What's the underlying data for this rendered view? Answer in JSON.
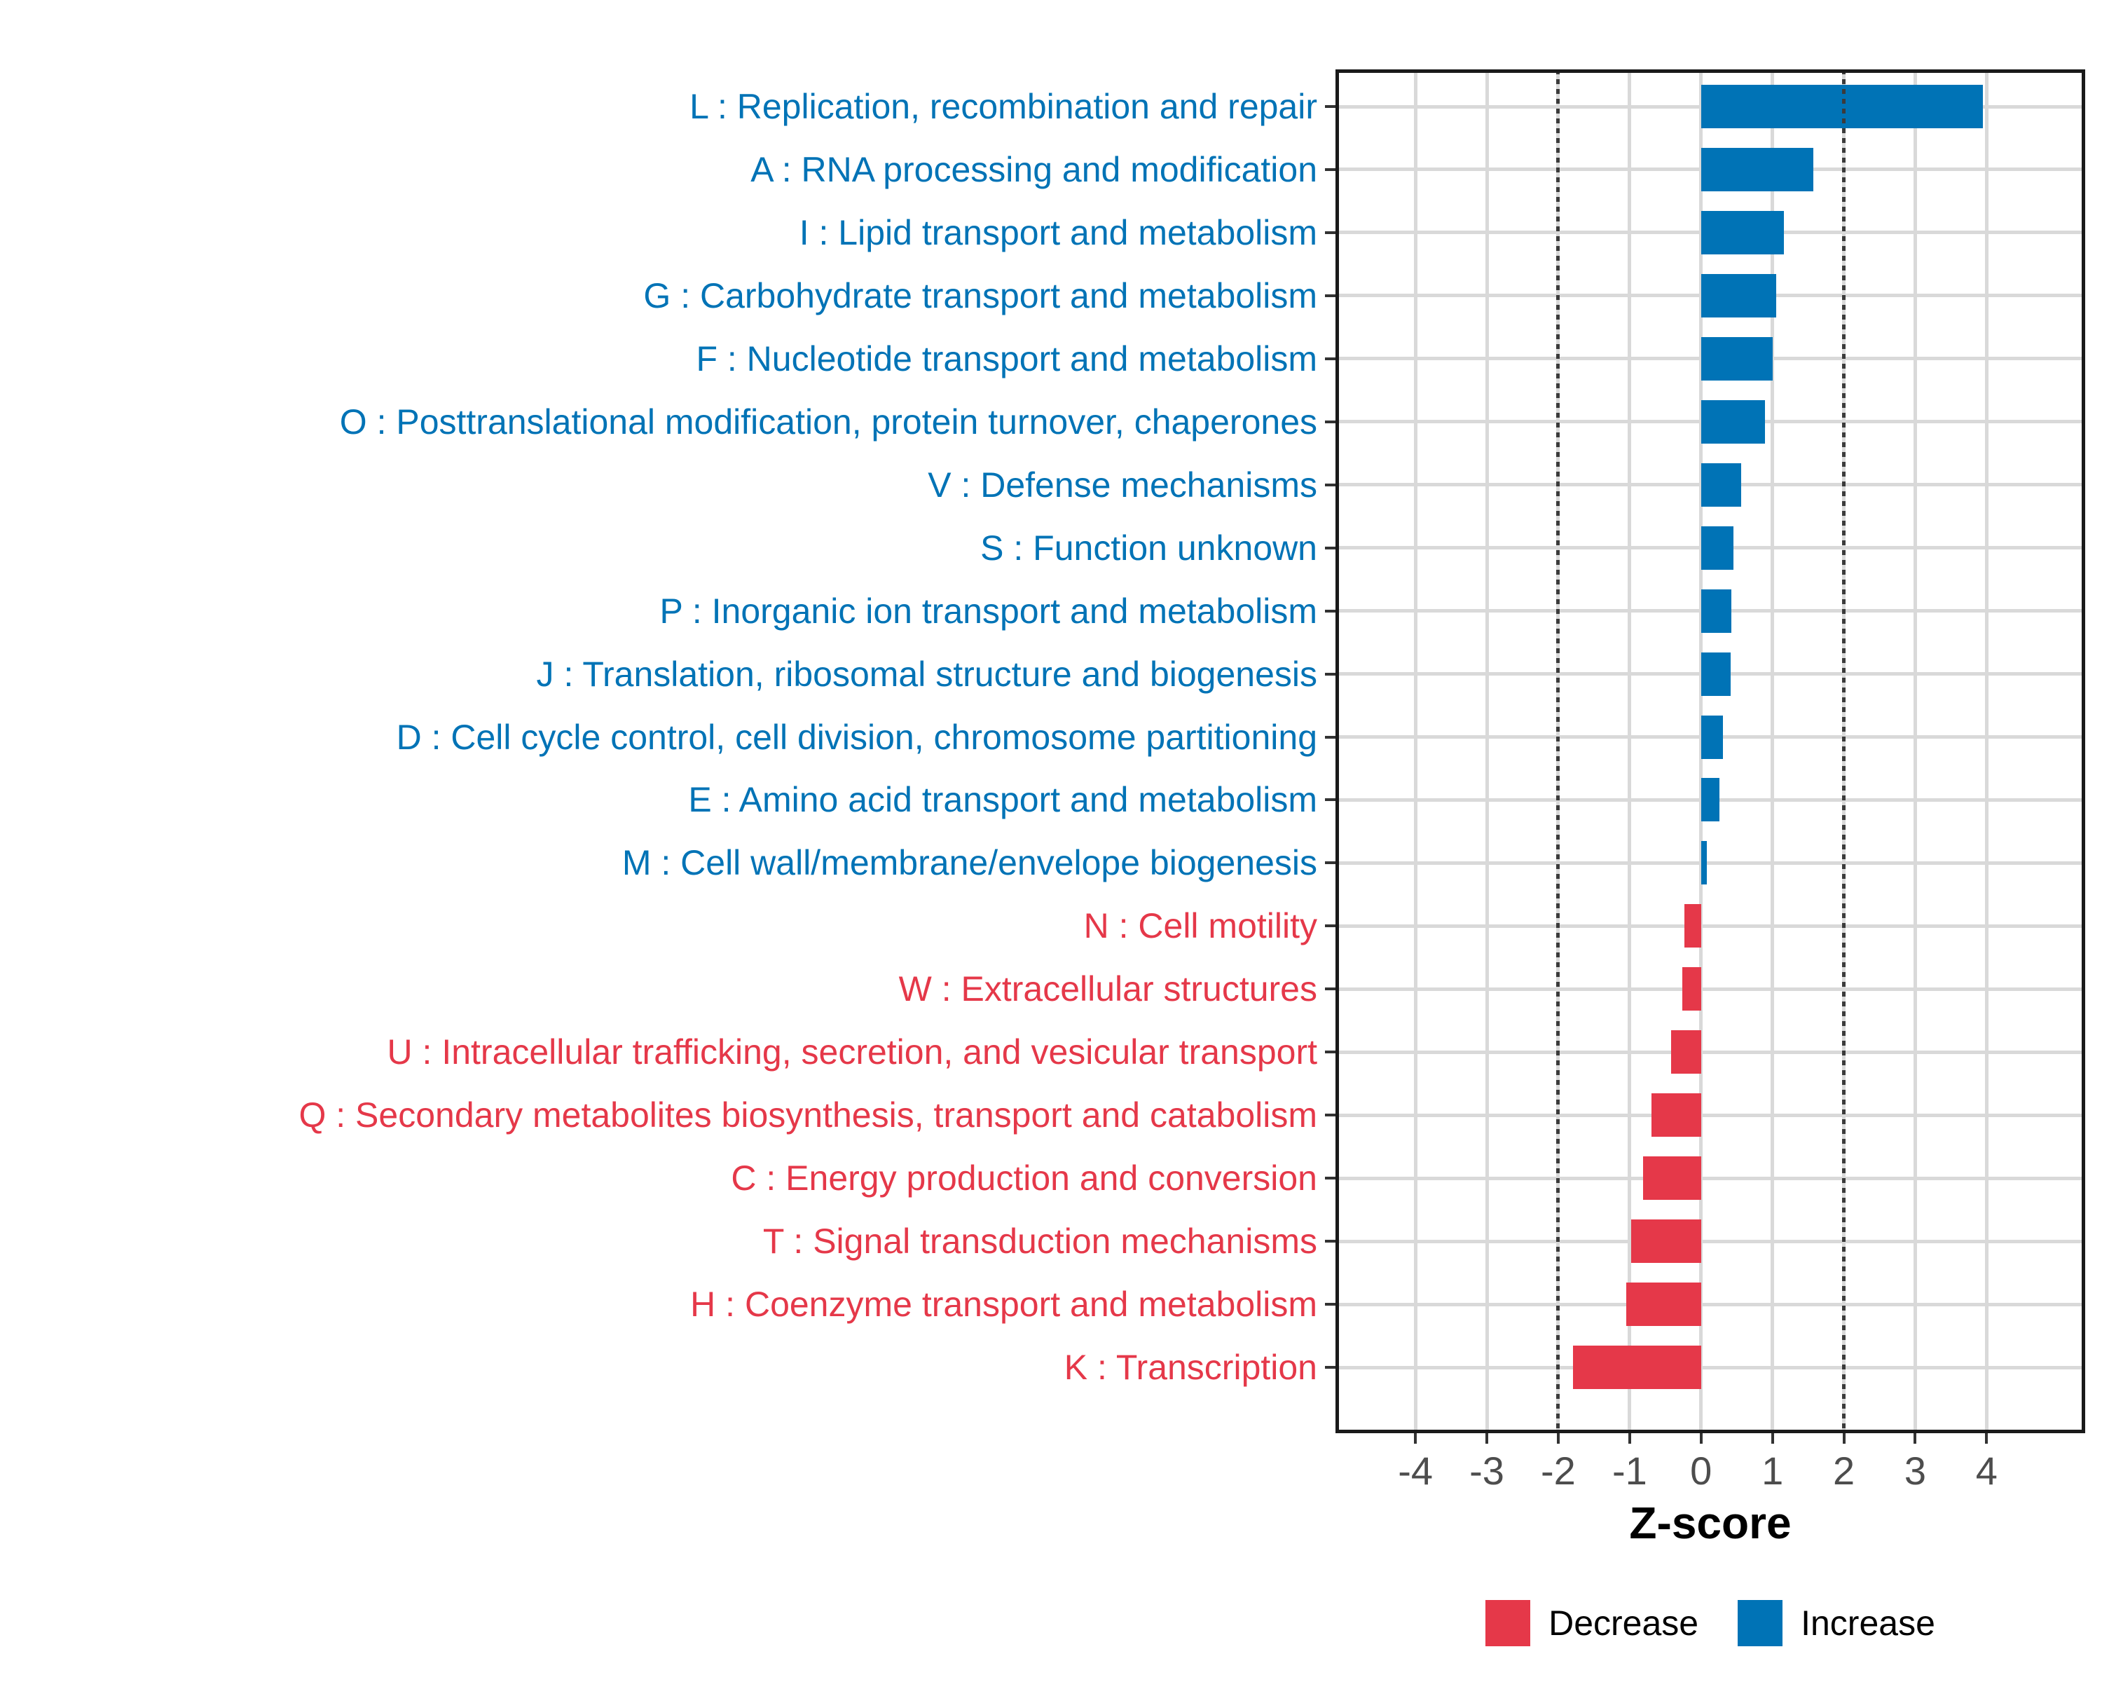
{
  "chart_data": {
    "type": "bar",
    "orientation": "horizontal",
    "xlabel": "Z-score",
    "x_ticks": [
      -4,
      -3,
      -2,
      -1,
      0,
      1,
      2,
      3,
      4
    ],
    "x_gridlines": [
      -4,
      -3,
      -2,
      -1,
      0,
      1,
      2,
      3,
      4
    ],
    "reference_lines": [
      -2,
      2
    ],
    "xlim": [
      -5.12,
      5.38
    ],
    "grid": "on",
    "legend_position": "bottom",
    "categories": [
      {
        "code": "L",
        "label": "L : Replication, recombination and repair",
        "value": 3.95,
        "direction": "increase"
      },
      {
        "code": "A",
        "label": "A : RNA processing and modification",
        "value": 1.57,
        "direction": "increase"
      },
      {
        "code": "I",
        "label": "I : Lipid transport and metabolism",
        "value": 1.16,
        "direction": "increase"
      },
      {
        "code": "G",
        "label": "G : Carbohydrate transport and metabolism",
        "value": 1.05,
        "direction": "increase"
      },
      {
        "code": "F",
        "label": "F : Nucleotide transport and metabolism",
        "value": 1.0,
        "direction": "increase"
      },
      {
        "code": "O",
        "label": "O : Posttranslational modification, protein turnover, chaperones",
        "value": 0.9,
        "direction": "increase"
      },
      {
        "code": "V",
        "label": "V : Defense mechanisms",
        "value": 0.56,
        "direction": "increase"
      },
      {
        "code": "S",
        "label": "S : Function unknown",
        "value": 0.45,
        "direction": "increase"
      },
      {
        "code": "P",
        "label": "P : Inorganic ion transport and metabolism",
        "value": 0.42,
        "direction": "increase"
      },
      {
        "code": "J",
        "label": "J : Translation, ribosomal structure and biogenesis",
        "value": 0.41,
        "direction": "increase"
      },
      {
        "code": "D",
        "label": "D : Cell cycle control, cell division, chromosome partitioning",
        "value": 0.31,
        "direction": "increase"
      },
      {
        "code": "E",
        "label": "E : Amino acid transport and metabolism",
        "value": 0.26,
        "direction": "increase"
      },
      {
        "code": "M",
        "label": "M : Cell wall/membrane/envelope biogenesis",
        "value": 0.08,
        "direction": "increase"
      },
      {
        "code": "N",
        "label": "N : Cell motility",
        "value": -0.23,
        "direction": "decrease"
      },
      {
        "code": "W",
        "label": "W : Extracellular structures",
        "value": -0.26,
        "direction": "decrease"
      },
      {
        "code": "U",
        "label": "U : Intracellular trafficking, secretion, and vesicular transport",
        "value": -0.42,
        "direction": "decrease"
      },
      {
        "code": "Q",
        "label": "Q : Secondary metabolites biosynthesis, transport and catabolism",
        "value": -0.69,
        "direction": "decrease"
      },
      {
        "code": "C",
        "label": "C : Energy production and conversion",
        "value": -0.81,
        "direction": "decrease"
      },
      {
        "code": "T",
        "label": "T : Signal transduction mechanisms",
        "value": -0.98,
        "direction": "decrease"
      },
      {
        "code": "H",
        "label": "H : Coenzyme transport and metabolism",
        "value": -1.05,
        "direction": "decrease"
      },
      {
        "code": "K",
        "label": "K : Transcription",
        "value": -1.79,
        "direction": "decrease"
      }
    ],
    "legend": [
      {
        "label": "Decrease",
        "key": "decrease"
      },
      {
        "label": "Increase",
        "key": "increase"
      }
    ],
    "colors": {
      "increase": "#0073B6",
      "decrease": "#E53849",
      "gridline": "#D9D9D9",
      "reference_line": "#3B3B3B",
      "tick_label": "#4D4D4D",
      "panel_border": "#1A1A1A"
    }
  }
}
